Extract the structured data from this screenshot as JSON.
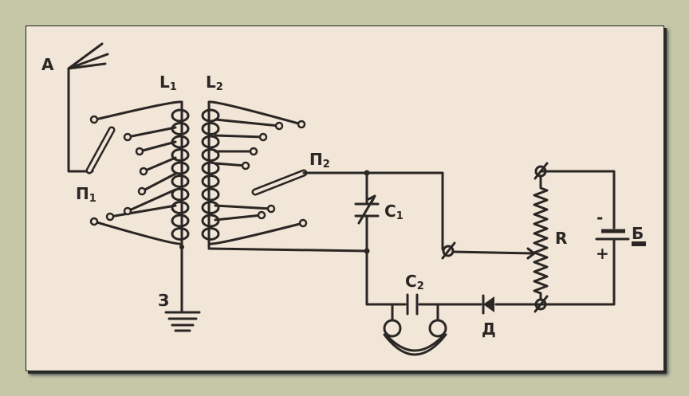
{
  "diagram": {
    "labels": {
      "antenna": "A",
      "coil1": "L",
      "coil1_sub": "1",
      "coil2": "L",
      "coil2_sub": "2",
      "switch1": "П",
      "switch1_sub": "1",
      "switch2": "П",
      "switch2_sub": "2",
      "capacitor1": "C",
      "capacitor1_sub": "1",
      "capacitor2": "C",
      "capacitor2_sub": "2",
      "rheostat": "R",
      "battery": "Б",
      "battery_minus": "-",
      "battery_plus": "+",
      "diode": "Д",
      "ground": "З"
    }
  }
}
